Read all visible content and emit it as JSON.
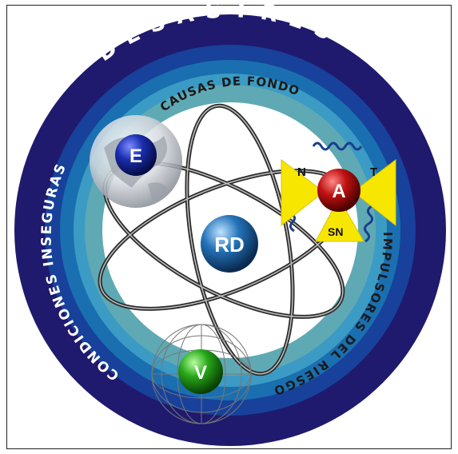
{
  "outer_title": "DESASTRES",
  "inner_top": "CAUSAS DE FONDO",
  "left_arc": "CONDICIONES INSEGURAS",
  "right_arc": "IMPULSORES DEL RIESGO",
  "center_ball": "RD",
  "exposure_ball": "E",
  "hazard_ball": "A",
  "vulnerability_ball": "V",
  "triangle_labels": {
    "left": "N",
    "right": "T",
    "bottom": "SN"
  },
  "colors": {
    "ring_outer": "#1f1a6e",
    "ring_2": "#17419a",
    "ring_3": "#1a6fb0",
    "ring_4": "#3b9bc4",
    "ring_5": "#5fa9b4",
    "triangle": "#f7e600",
    "ball_blue": "#0c1f8a",
    "ball_red": "#b00d0d",
    "ball_green": "#1f9b14",
    "ball_center": "#1a5f9c"
  }
}
